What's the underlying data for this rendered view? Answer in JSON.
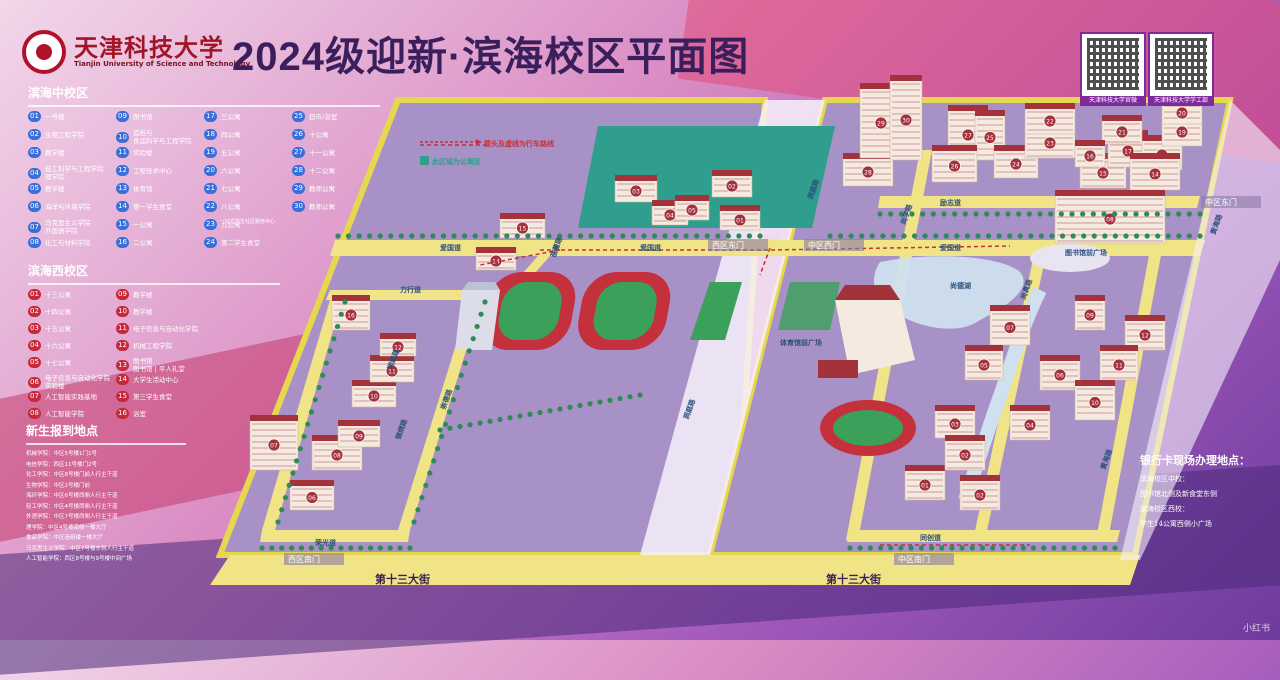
{
  "header": {
    "university_cn": "天津科技大学",
    "university_en": "Tianjin University of Science and Technology",
    "title": "2024级迎新·滨海校区平面图"
  },
  "qr_codes": [
    {
      "label": "天津科技大学官微"
    },
    {
      "label": "天津科技大学学工部"
    }
  ],
  "legend_middle": {
    "heading": "滨海中校区",
    "items": [
      {
        "num": "01",
        "text": "一号楼"
      },
      {
        "num": "02",
        "text": "生物工程学院"
      },
      {
        "num": "03",
        "text": "教学楼"
      },
      {
        "num": "04",
        "text": "轻工科学与工程学院\n理学院"
      },
      {
        "num": "05",
        "text": "教学楼"
      },
      {
        "num": "06",
        "text": "海洋与环境学院"
      },
      {
        "num": "07",
        "text": "马克思主义学院\n外国语学院"
      },
      {
        "num": "08",
        "text": "化工与材料学院"
      },
      {
        "num": "09",
        "text": "图书馆"
      },
      {
        "num": "10",
        "text": "造纸与\n食品科学与工程学院"
      },
      {
        "num": "11",
        "text": "实验楼"
      },
      {
        "num": "12",
        "text": "工程技术中心"
      },
      {
        "num": "13",
        "text": "体育馆"
      },
      {
        "num": "14",
        "text": "第一学生食堂"
      },
      {
        "num": "15",
        "text": "一公寓"
      },
      {
        "num": "16",
        "text": "二公寓"
      },
      {
        "num": "17",
        "text": "三公寓"
      },
      {
        "num": "18",
        "text": "四公寓"
      },
      {
        "num": "19",
        "text": "五公寓"
      },
      {
        "num": "20",
        "text": "六公寓"
      },
      {
        "num": "21",
        "text": "七公寓"
      },
      {
        "num": "22",
        "text": "八公寓"
      },
      {
        "num": "23",
        "text": "九公寓"
      },
      {
        "num": "24",
        "text": "第二学生食堂"
      },
      {
        "num": "25",
        "text": "超市/浴室"
      },
      {
        "num": "26",
        "text": "十公寓"
      },
      {
        "num": "27",
        "text": "十一公寓"
      },
      {
        "num": "28",
        "text": "十二公寓"
      },
      {
        "num": "29",
        "text": "教师公寓"
      },
      {
        "num": "30",
        "text": "教师公寓"
      }
    ],
    "note_21": "一站式学生社区服务中心"
  },
  "legend_west": {
    "heading": "滨海西校区",
    "items": [
      {
        "num": "01",
        "text": "十三公寓"
      },
      {
        "num": "02",
        "text": "十四公寓"
      },
      {
        "num": "03",
        "text": "十五公寓"
      },
      {
        "num": "04",
        "text": "十六公寓"
      },
      {
        "num": "05",
        "text": "十七公寓"
      },
      {
        "num": "06",
        "text": "电子信息与自动化学院\n实验楼"
      },
      {
        "num": "07",
        "text": "人工智能实践基地"
      },
      {
        "num": "08",
        "text": "人工智能学院"
      },
      {
        "num": "09",
        "text": "教学楼"
      },
      {
        "num": "10",
        "text": "教学楼"
      },
      {
        "num": "11",
        "text": "电子信息与自动化学院"
      },
      {
        "num": "12",
        "text": "机械工程学院"
      },
      {
        "num": "13",
        "text": "图书馆\n图书馆 | 平人礼堂"
      },
      {
        "num": "14",
        "text": "大学生活动中心"
      },
      {
        "num": "15",
        "text": "第三学生食堂"
      },
      {
        "num": "16",
        "text": "浴室"
      }
    ]
  },
  "report": {
    "heading": "新生报到地点",
    "rows": [
      "机械学院：中区5号楼1门1号",
      "电信学院：西区11号楼门2号",
      "化工学院：中区8号楼门前人行主干道",
      "生物学院：中区2号楼门前",
      "海环学院：中区6号楼西侧人行主干道",
      "轻工学院：中区4号楼西侧人行主干道",
      "外语学院：中区7号楼西侧人行主干道",
      "理学院：中区4号楼南侧一楼大厅",
      "食品学院：中区造纸楼一楼大厅",
      "马克思主义学院：中区7号楼东侧人行主干道",
      "人工智能学院：西区8号楼与9号楼中间广场"
    ]
  },
  "bank": {
    "heading": "银行卡现场办理地点：",
    "rows": [
      "滨海校区中校：",
      "图书馆北侧及新食堂东侧",
      "滨海校区西校：",
      "学生14公寓西侧小广场"
    ]
  },
  "map_labels": {
    "route_legend": "箭头及虚线为行车路线",
    "apartment_legend": "此区域为公寓区",
    "roads": [
      "爱国道",
      "爱国道",
      "爱国道",
      "力行道",
      "蓓蕾路",
      "励志道",
      "尚学路",
      "尚真路",
      "黄海路",
      "黄海路",
      "洞庭路",
      "洞庭路",
      "同创道",
      "荣光道",
      "第十三大街",
      "第十三大街",
      "尚德湖",
      "图书馆前广场",
      "体育馆前广场",
      "翔殿路",
      "锦绣路",
      "崇德路"
    ],
    "gates": [
      "西区东门",
      "中区西门",
      "中区东门",
      "西区南门",
      "中区南门"
    ]
  },
  "colors": {
    "road": "#f1e486",
    "campus": "#a78fc4",
    "apartment": "#2f9e8c",
    "building_roof": "#a3323a",
    "building_wall": "#f4eadf",
    "track": "#c4303b",
    "field": "#3aa05a",
    "lake": "#cfe0ef",
    "accent_blue": "#3b6fd8"
  },
  "watermark": "小红书"
}
